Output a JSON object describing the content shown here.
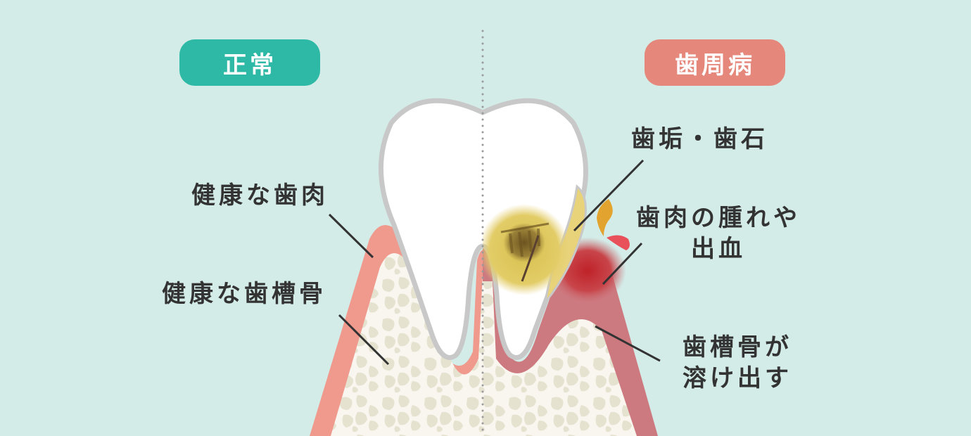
{
  "badges": {
    "normal": "正常",
    "disease": "歯周病"
  },
  "labels": {
    "healthy_gum": "健康な歯肉",
    "healthy_bone": "健康な歯槽骨",
    "plaque_tartar": "歯垢・歯石",
    "gum_swelling_line1": "歯肉の腫れや",
    "gum_swelling_line2": "出血",
    "bone_melting_line1": "歯槽骨が",
    "bone_melting_line2": "溶け出す"
  },
  "colors": {
    "background": "#d3ece8",
    "normal_badge": "#2db9a5",
    "disease_badge": "#e5877a",
    "healthy_gum": "#f09a8e",
    "diseased_gum": "#cc7a80",
    "inflammation": "#c0262a",
    "bone_base": "#f8f6ef",
    "bone_cells": "#e6e2d0",
    "tooth": "#ffffff",
    "tooth_outline": "#c8c8c8",
    "calculus": "#e8d27a",
    "plaque_drop": "#e2a42e",
    "blood_drop": "#e8505a",
    "divider": "#9a9a9a",
    "text": "#333333"
  }
}
